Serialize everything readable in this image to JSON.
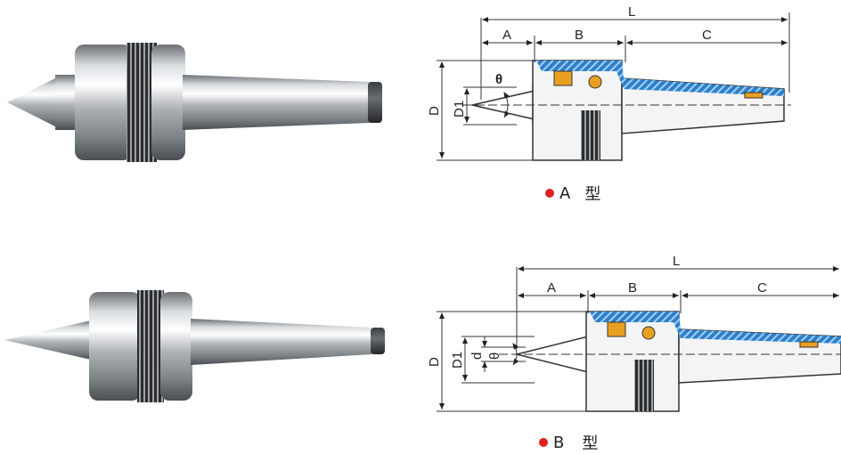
{
  "colors": {
    "accent_dot": "#e02020",
    "hatch": "#2f7fc8",
    "bearing": "#e8a020"
  },
  "diagram_a": {
    "caption": "A 型",
    "caption_letter": "A",
    "caption_char": "型",
    "labels": {
      "L": "L",
      "A": "A",
      "B": "B",
      "C": "C",
      "D": "D",
      "D1": "D1",
      "theta": "θ"
    }
  },
  "diagram_b": {
    "caption": "B 型",
    "caption_letter": "B",
    "caption_char": "型",
    "labels": {
      "L": "L",
      "A": "A",
      "B": "B",
      "C": "C",
      "D": "D",
      "D1": "D1",
      "d": "d",
      "theta": "θ"
    }
  }
}
